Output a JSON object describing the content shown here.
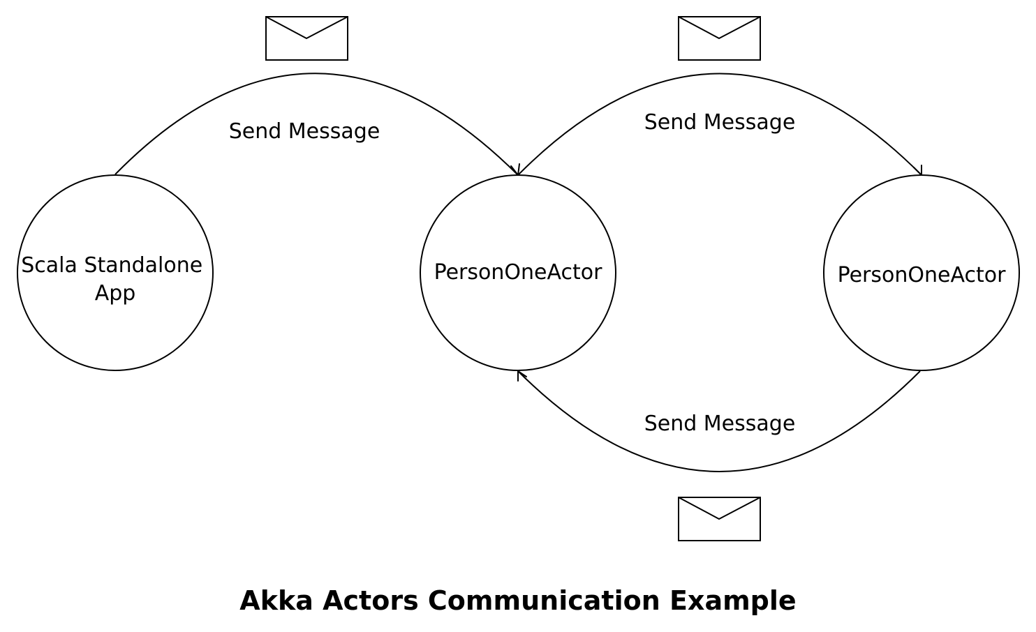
{
  "caption": "Akka Actors Communication Example",
  "nodes": [
    {
      "id": "app",
      "lines": [
        "Scala Standalone",
        "App"
      ]
    },
    {
      "id": "actor-a",
      "lines": [
        "PersonOneActor"
      ]
    },
    {
      "id": "actor-b",
      "lines": [
        "PersonOneActor"
      ]
    }
  ],
  "edges": [
    {
      "from": "app",
      "to": "actor-a",
      "label": "Send Message",
      "icon": "envelope-icon"
    },
    {
      "from": "actor-a",
      "to": "actor-b",
      "label": "Send Message",
      "icon": "envelope-icon"
    },
    {
      "from": "actor-b",
      "to": "actor-a",
      "label": "Send Message",
      "icon": "envelope-icon"
    }
  ]
}
